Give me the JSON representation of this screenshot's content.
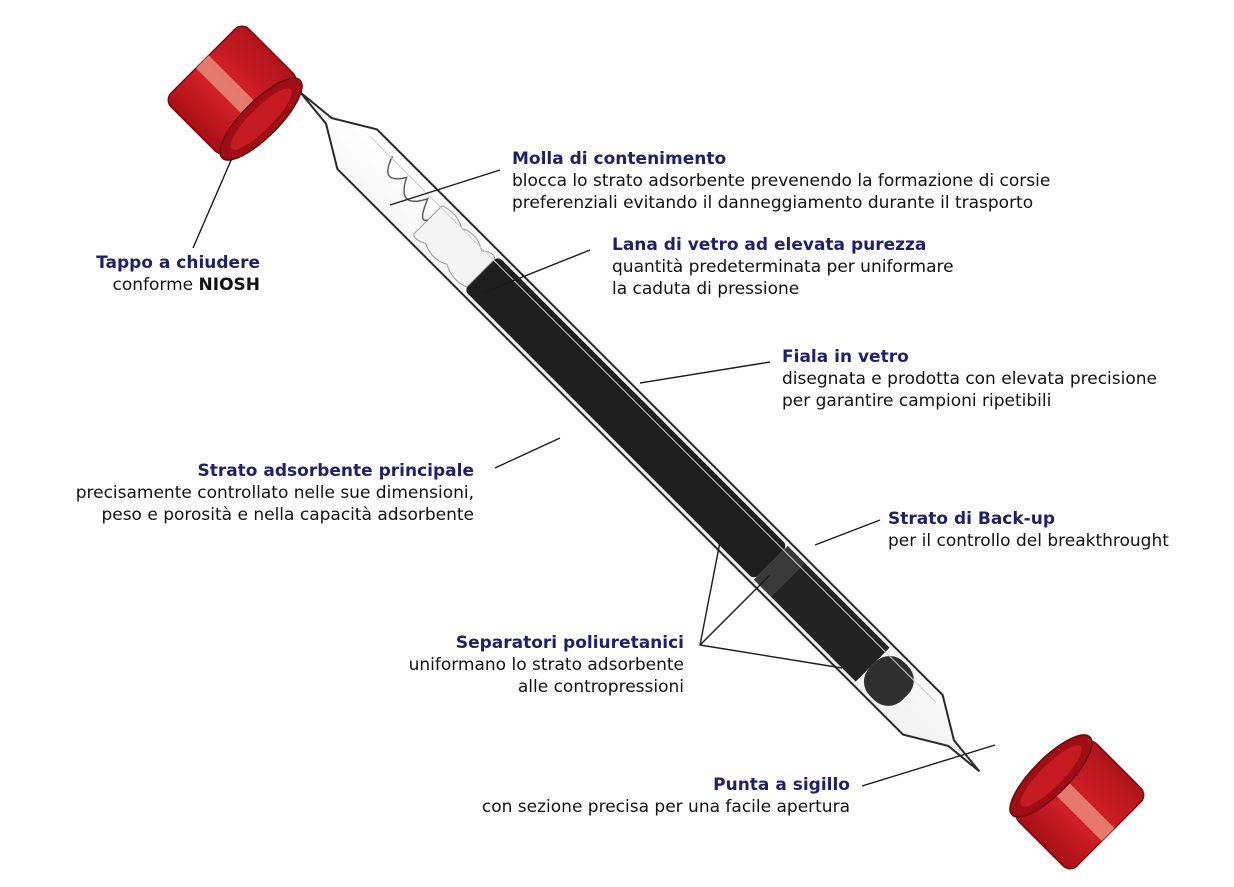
{
  "colors": {
    "title": "#1f1f6b",
    "text": "#111111",
    "cap_red": "#c8161d",
    "cap_highlight": "#e88a7a",
    "adsorbent": "#1e1e1e",
    "glass_outline": "#2a2a2a"
  },
  "labels": {
    "tappo": {
      "title": "Tappo a chiudere",
      "desc_prefix": "conforme ",
      "desc_bold": "NIOSH"
    },
    "molla": {
      "title": "Molla di contenimento",
      "desc1": "blocca lo strato adsorbente prevenendo la formazione di corsie",
      "desc2": "preferenziali evitando il danneggiamento durante il trasporto"
    },
    "lana": {
      "title": "Lana di vetro ad elevata purezza",
      "desc1": "quantità predeterminata per uniformare",
      "desc2": "la caduta di pressione"
    },
    "fiala": {
      "title": "Fiala in vetro",
      "desc1": "disegnata e prodotta con elevata precisione",
      "desc2": "per garantire campioni ripetibili"
    },
    "strato": {
      "title": "Strato adsorbente principale",
      "desc1": "precisamente controllato nelle sue dimensioni,",
      "desc2": "peso e porosità e nella capacità adsorbente"
    },
    "backup": {
      "title": "Strato di Back-up",
      "desc1": "per il controllo del breakthrought"
    },
    "separatori": {
      "title": "Separatori poliuretanici",
      "desc1": "uniformano lo strato adsorbente",
      "desc2": "alle contropressioni"
    },
    "punta": {
      "title": "Punta a sigillo",
      "desc1": "con sezione precisa per una facile apertura"
    }
  }
}
